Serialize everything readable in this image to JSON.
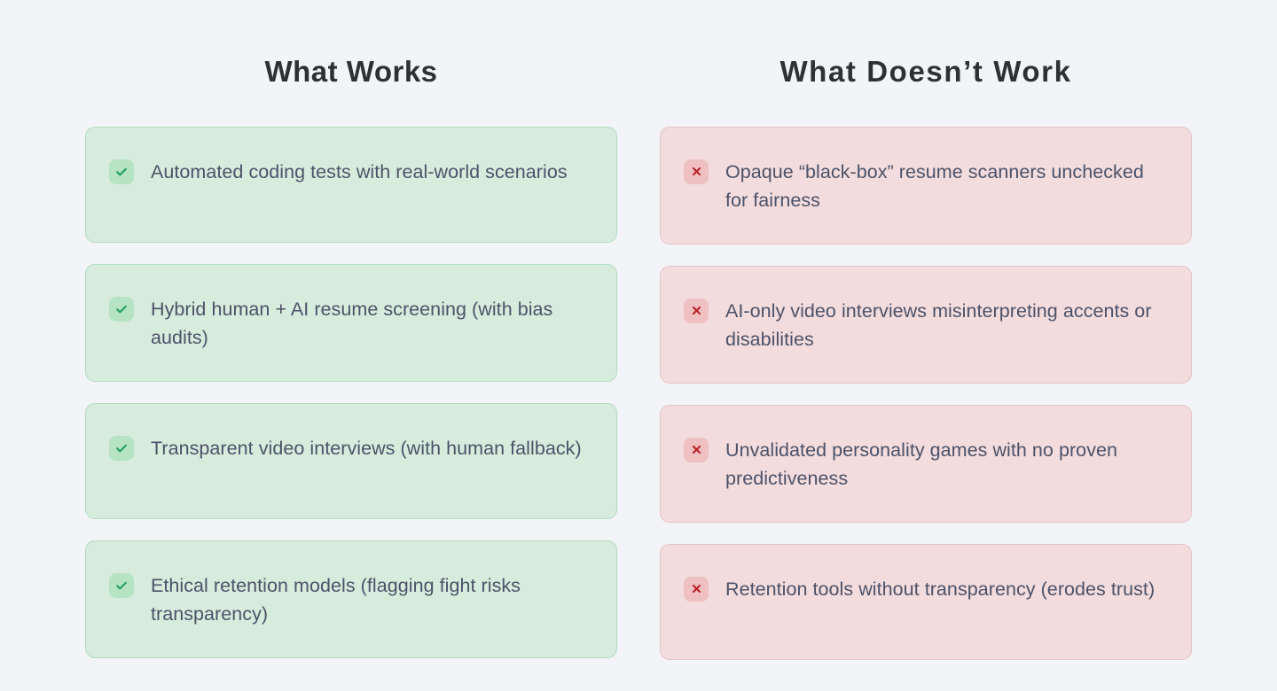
{
  "page": {
    "background_color": "#f3f4f8"
  },
  "columns": [
    {
      "heading": "What Works",
      "tone": "positive",
      "icon": "check-icon",
      "card_bg": "#d7ecdd",
      "card_border": "#b2dcc0",
      "badge_bg": "#b5e3c4",
      "icon_color": "#22a15c",
      "items": [
        {
          "text": "Automated coding tests with real-world scenarios"
        },
        {
          "text": "Hybrid human + AI resume screening (with bias audits)"
        },
        {
          "text": "Transparent video interviews (with human fallback)"
        },
        {
          "text": "Ethical retention models (flagging fight risks transparency)"
        }
      ]
    },
    {
      "heading": "What Doesn’t Work",
      "tone": "negative",
      "icon": "x-icon",
      "card_bg": "#f2dcdd",
      "card_border": "#e5c3c5",
      "badge_bg": "#eec0c2",
      "icon_color": "#bb2026",
      "items": [
        {
          "text": "Opaque “black-box” resume scanners unchecked for fairness"
        },
        {
          "text": "AI-only video interviews misinterpreting accents or disabilities"
        },
        {
          "text": "Unvalidated personality games with no proven predictiveness"
        },
        {
          "text": "Retention tools without transparency (erodes trust)"
        }
      ]
    }
  ],
  "text_color": "#4d5268",
  "heading_color": "#2e3033"
}
